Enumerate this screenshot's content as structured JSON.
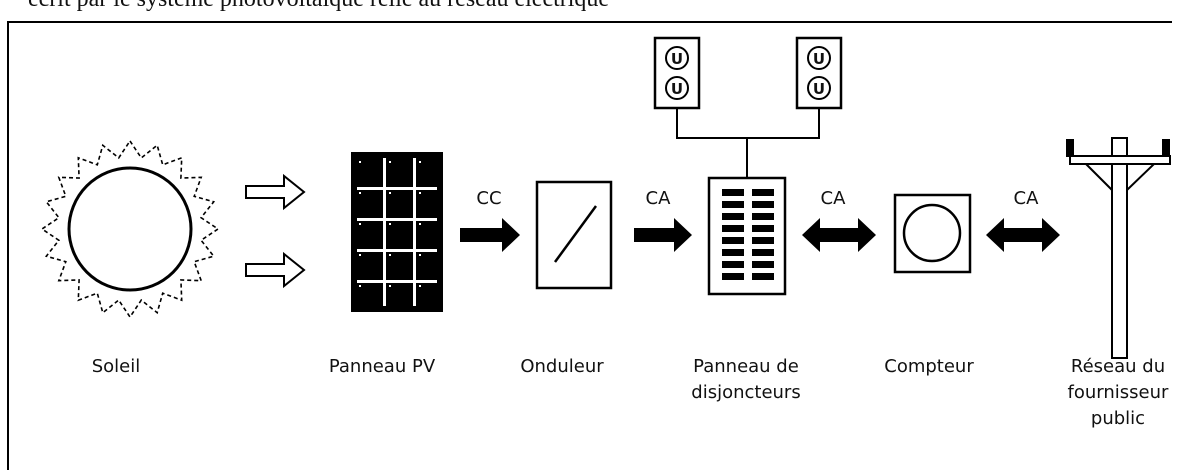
{
  "caption": "ecrit par le systeme photovoltaique relie au reseau electrique",
  "components": {
    "sun": "Soleil",
    "pv_panel": "Panneau PV",
    "inverter": "Onduleur",
    "breaker_panel": [
      "Panneau de",
      "disjoncteurs"
    ],
    "meter": "Compteur",
    "grid": [
      "Réseau du",
      "fournisseur",
      "public"
    ]
  },
  "flows": {
    "pv_to_inverter": "CC",
    "inverter_to_breaker": "CA",
    "breaker_to_meter": "CA",
    "meter_to_grid": "CA"
  },
  "outlet_symbol": "U"
}
